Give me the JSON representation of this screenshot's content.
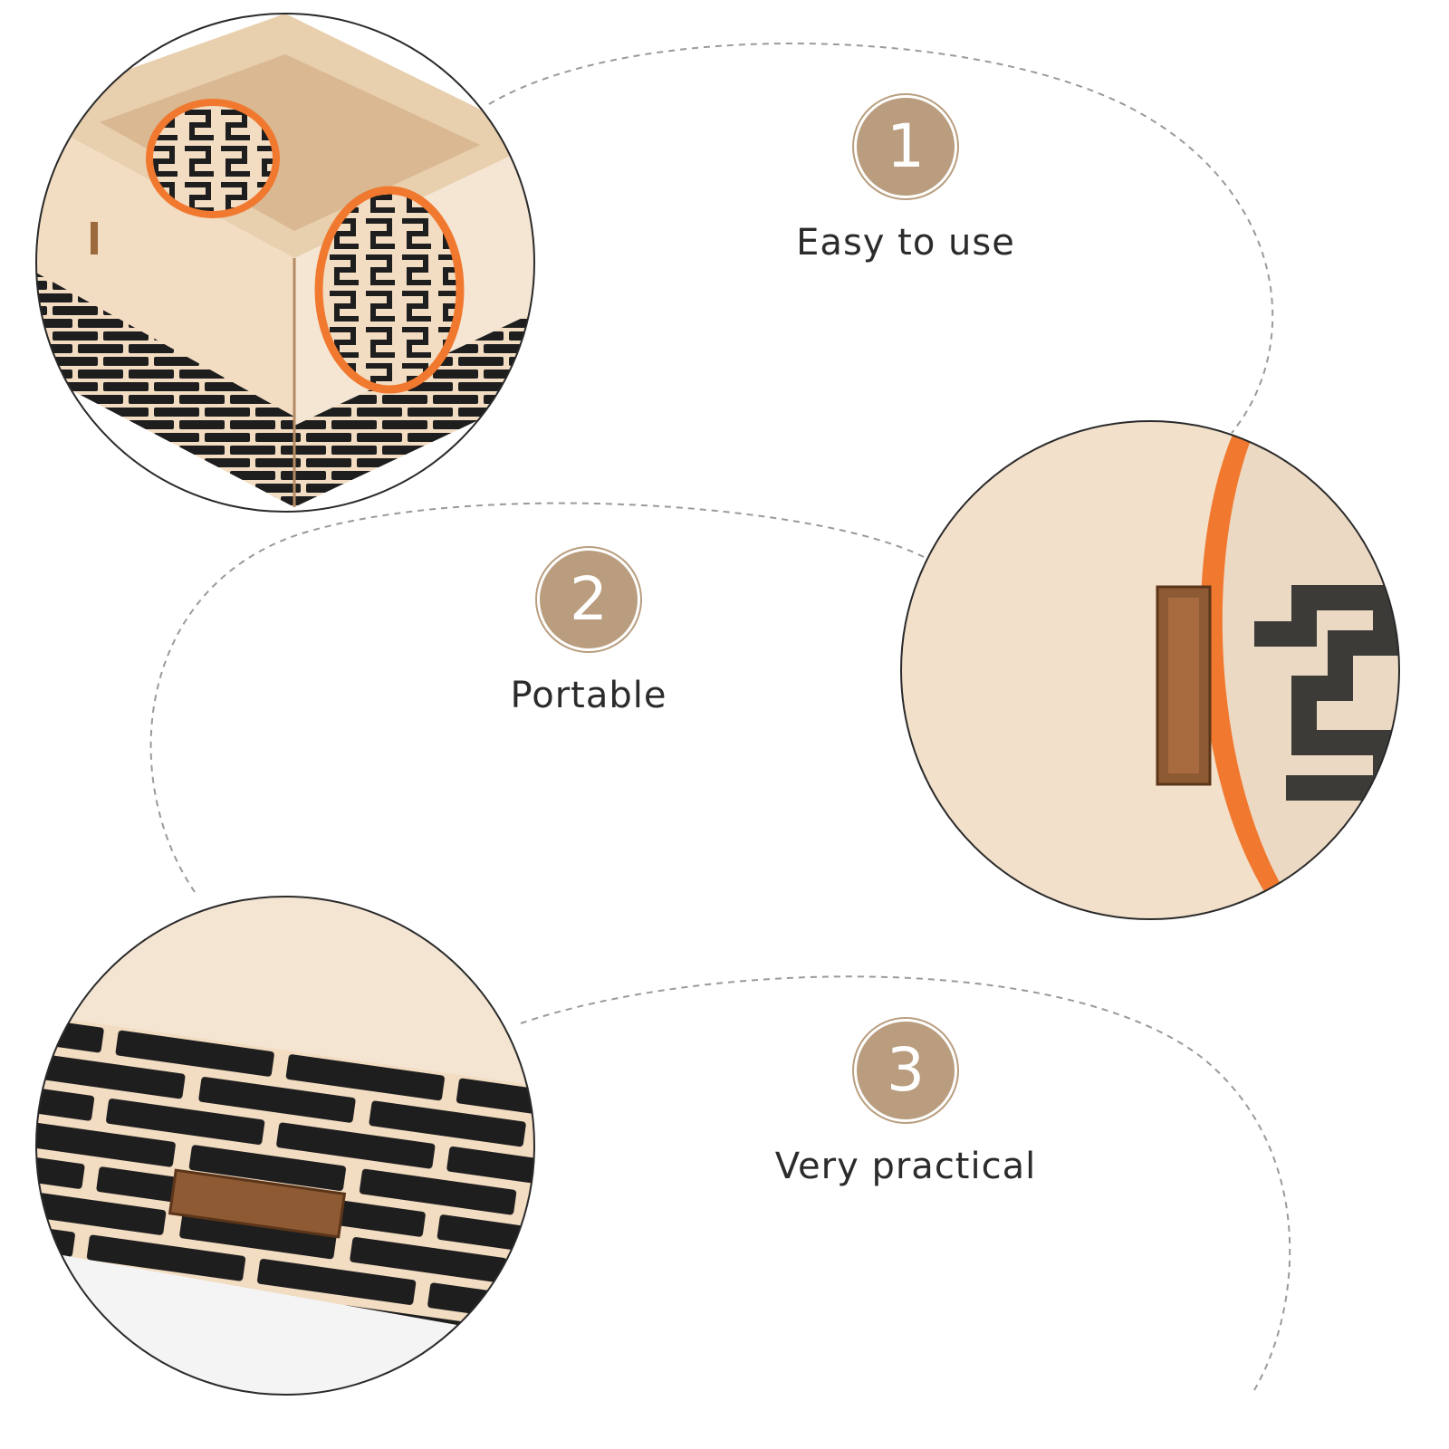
{
  "features": [
    {
      "number": "1",
      "label": "Easy to use"
    },
    {
      "number": "2",
      "label": "Portable"
    },
    {
      "number": "3",
      "label": "Very practical"
    }
  ],
  "colors": {
    "badge": "#b99d7e",
    "wood": "#f2dcc2",
    "brick": "#1e1e1e",
    "accent_orange": "#f0792f",
    "dashed_line": "#9a9a9a"
  },
  "photos": [
    {
      "subject": "wooden maze box top view"
    },
    {
      "subject": "close-up of slot and orange ring"
    },
    {
      "subject": "close-up of brick pattern with slot"
    }
  ]
}
